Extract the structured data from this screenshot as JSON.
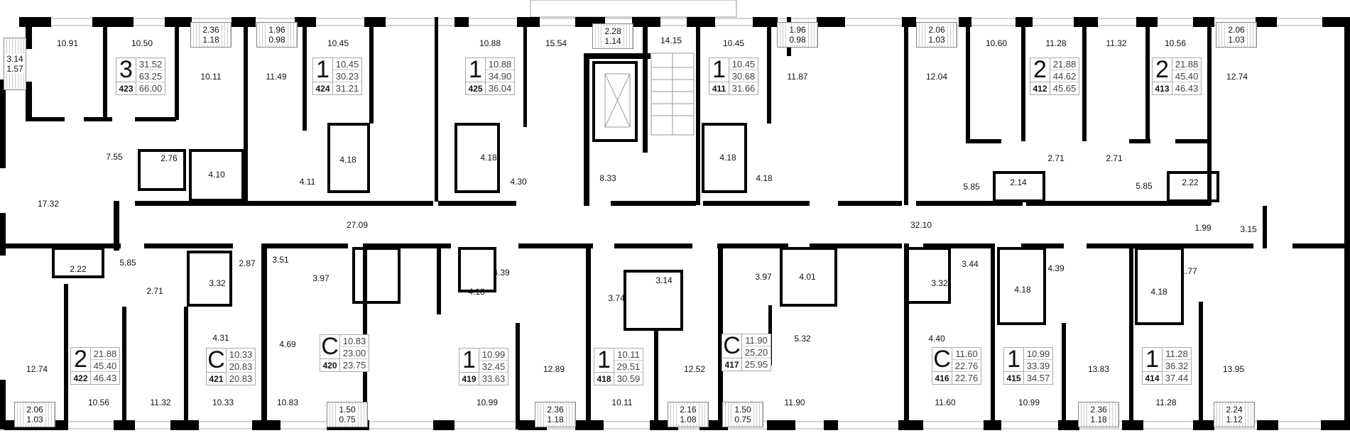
{
  "plan": {
    "wall_color": "#000000",
    "line_color": "#999999",
    "apartments": [
      {
        "number": "423",
        "type": "3",
        "living": "31.52",
        "total": "63.25",
        "total_with_balcony": "66.00"
      },
      {
        "number": "424",
        "type": "1",
        "living": "10.45",
        "total": "30.23",
        "total_with_balcony": "31.21"
      },
      {
        "number": "425",
        "type": "1",
        "living": "10.88",
        "total": "34.90",
        "total_with_balcony": "36.04"
      },
      {
        "number": "411",
        "type": "1",
        "living": "10.45",
        "total": "30.68",
        "total_with_balcony": "31.66"
      },
      {
        "number": "412",
        "type": "2",
        "living": "21.88",
        "total": "44.62",
        "total_with_balcony": "45.65"
      },
      {
        "number": "413",
        "type": "2",
        "living": "21.88",
        "total": "45.40",
        "total_with_balcony": "46.43"
      },
      {
        "number": "422",
        "type": "2",
        "living": "21.88",
        "total": "45.40",
        "total_with_balcony": "46.43"
      },
      {
        "number": "421",
        "type": "C",
        "living": "10.33",
        "total": "20.83",
        "total_with_balcony": "20.83"
      },
      {
        "number": "420",
        "type": "C",
        "living": "10.83",
        "total": "23.00",
        "total_with_balcony": "23.75"
      },
      {
        "number": "419",
        "type": "1",
        "living": "10.99",
        "total": "32.45",
        "total_with_balcony": "33.63"
      },
      {
        "number": "418",
        "type": "1",
        "living": "10.11",
        "total": "29.51",
        "total_with_balcony": "30.59"
      },
      {
        "number": "417",
        "type": "C",
        "living": "11.90",
        "total": "25.20",
        "total_with_balcony": "25.95"
      },
      {
        "number": "416",
        "type": "C",
        "living": "11.60",
        "total": "22.76",
        "total_with_balcony": "22.76"
      },
      {
        "number": "415",
        "type": "1",
        "living": "10.99",
        "total": "33.39",
        "total_with_balcony": "34.57"
      },
      {
        "number": "414",
        "type": "1",
        "living": "11.28",
        "total": "36.32",
        "total_with_balcony": "37.44"
      }
    ],
    "balconies": [
      {
        "area": "3.14",
        "reduced": "1.57"
      },
      {
        "area": "2.36",
        "reduced": "1.18"
      },
      {
        "area": "1.96",
        "reduced": "0.98"
      },
      {
        "area": "2.28",
        "reduced": "1.14"
      },
      {
        "area": "1.96",
        "reduced": "0.98"
      },
      {
        "area": "2.06",
        "reduced": "1.03"
      },
      {
        "area": "2.06",
        "reduced": "1.03"
      },
      {
        "area": "2.06",
        "reduced": "1.03"
      },
      {
        "area": "1.50",
        "reduced": "0.75"
      },
      {
        "area": "2.36",
        "reduced": "1.18"
      },
      {
        "area": "2.16",
        "reduced": "1.08"
      },
      {
        "area": "1.50",
        "reduced": "0.75"
      },
      {
        "area": "2.36",
        "reduced": "1.18"
      },
      {
        "area": "2.24",
        "reduced": "1.12"
      }
    ],
    "rooms": [
      "10.91",
      "10.50",
      "10.11",
      "11.49",
      "10.45",
      "10.88",
      "15.54",
      "14.15",
      "10.45",
      "11.87",
      "12.04",
      "10.60",
      "11.28",
      "11.32",
      "10.56",
      "12.74",
      "2.76",
      "4.10",
      "7.55",
      "17.32",
      "4.18",
      "4.11",
      "4.18",
      "4.30",
      "8.33",
      "4.18",
      "4.18",
      "5.85",
      "2.14",
      "2.71",
      "2.71",
      "5.85",
      "2.22",
      "27.09",
      "32.10",
      "1.99",
      "3.15",
      "5.85",
      "2.22",
      "2.71",
      "3.32",
      "2.87",
      "3.51",
      "3.97",
      "4.31",
      "4.69",
      "12.74",
      "10.56",
      "11.32",
      "10.33",
      "10.83",
      "4.39",
      "4.18",
      "3.14",
      "3.74",
      "3.97",
      "4.01",
      "5.32",
      "12.89",
      "12.52",
      "10.99",
      "10.11",
      "11.90",
      "3.44",
      "3.32",
      "4.40",
      "4.39",
      "4.18",
      "1.77",
      "4.18",
      "13.83",
      "13.95",
      "11.60",
      "10.99",
      "11.28"
    ]
  }
}
